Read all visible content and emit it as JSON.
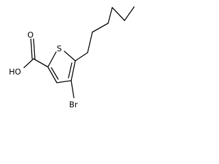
{
  "molecule": {
    "atoms": {
      "sulfur": "S",
      "bromine": "Br",
      "hydroxyl": "HO",
      "carbonyl_oxygen": "O"
    }
  }
}
